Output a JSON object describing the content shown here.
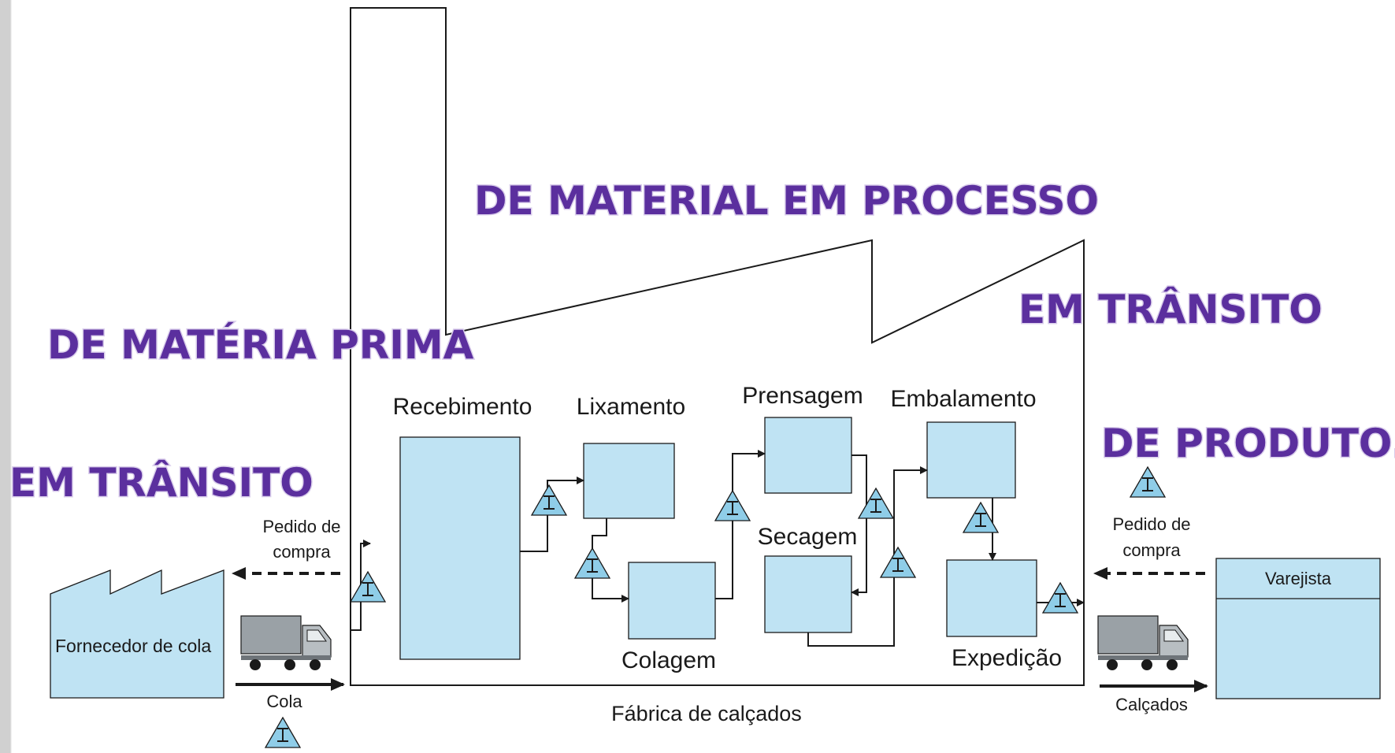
{
  "overlay_labels": {
    "material_em_processo": "DE MATERIAL EM PROCESSO",
    "em_transito_right": "EM TRÂNSITO",
    "materia_prima": "DE MATÉRIA PRIMA",
    "produto": "DE PRODUTO.",
    "em_transito_left": "EM TRÂNSITO"
  },
  "process_steps": {
    "recebimento": "Recebimento",
    "lixamento": "Lixamento",
    "prensagem": "Prensagem",
    "embalamento": "Embalamento",
    "secagem": "Secagem",
    "colagem": "Colagem",
    "expedicao": "Expedição"
  },
  "factory_label": "Fábrica de calçados",
  "supplier": {
    "name": "Fornecedor de cola",
    "order_label_line1": "Pedido de",
    "order_label_line2": "compra",
    "shipment_label": "Cola"
  },
  "retailer": {
    "name": "Varejista",
    "order_label_line1": "Pedido de",
    "order_label_line2": "compra",
    "shipment_label": "Calçados"
  },
  "colors": {
    "process_fill": "#bfe3f3",
    "inventory_triangle": "#8fcde8",
    "overlay_text": "#5b2f9e"
  }
}
